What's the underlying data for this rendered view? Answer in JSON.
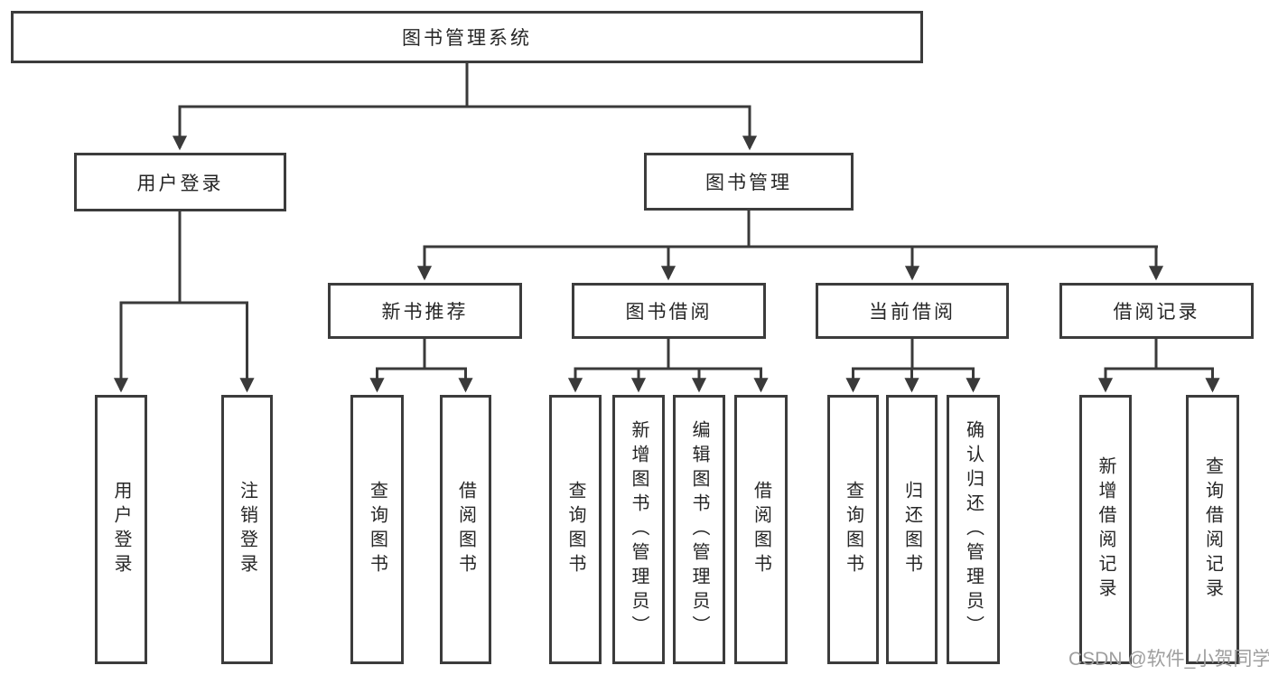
{
  "diagram": {
    "type": "tree",
    "tree": {
      "label": "图书管理系统",
      "children": [
        {
          "label": "用户登录",
          "children": [
            {
              "label": "用户登录"
            },
            {
              "label": "注销登录"
            }
          ]
        },
        {
          "label": "图书管理",
          "children": [
            {
              "label": "新书推荐",
              "children": [
                {
                  "label": "查询图书"
                },
                {
                  "label": "借阅图书"
                }
              ]
            },
            {
              "label": "图书借阅",
              "children": [
                {
                  "label": "查询图书"
                },
                {
                  "label": "新增图书（管理员）"
                },
                {
                  "label": "编辑图书（管理员）"
                },
                {
                  "label": "借阅图书"
                }
              ]
            },
            {
              "label": "当前借阅",
              "children": [
                {
                  "label": "查询图书"
                },
                {
                  "label": "归还图书"
                },
                {
                  "label": "确认归还（管理员）"
                }
              ]
            },
            {
              "label": "借阅记录",
              "children": [
                {
                  "label": "新增借阅记录"
                },
                {
                  "label": "查询借阅记录"
                }
              ]
            }
          ]
        }
      ]
    },
    "colors": {
      "line": "#3a3a3a",
      "box_border": "#3c3c3c",
      "text": "#262626",
      "background": "#ffffff",
      "watermark": "#9e9e9e"
    }
  },
  "watermark": "CSDN @软件_小贺同学"
}
